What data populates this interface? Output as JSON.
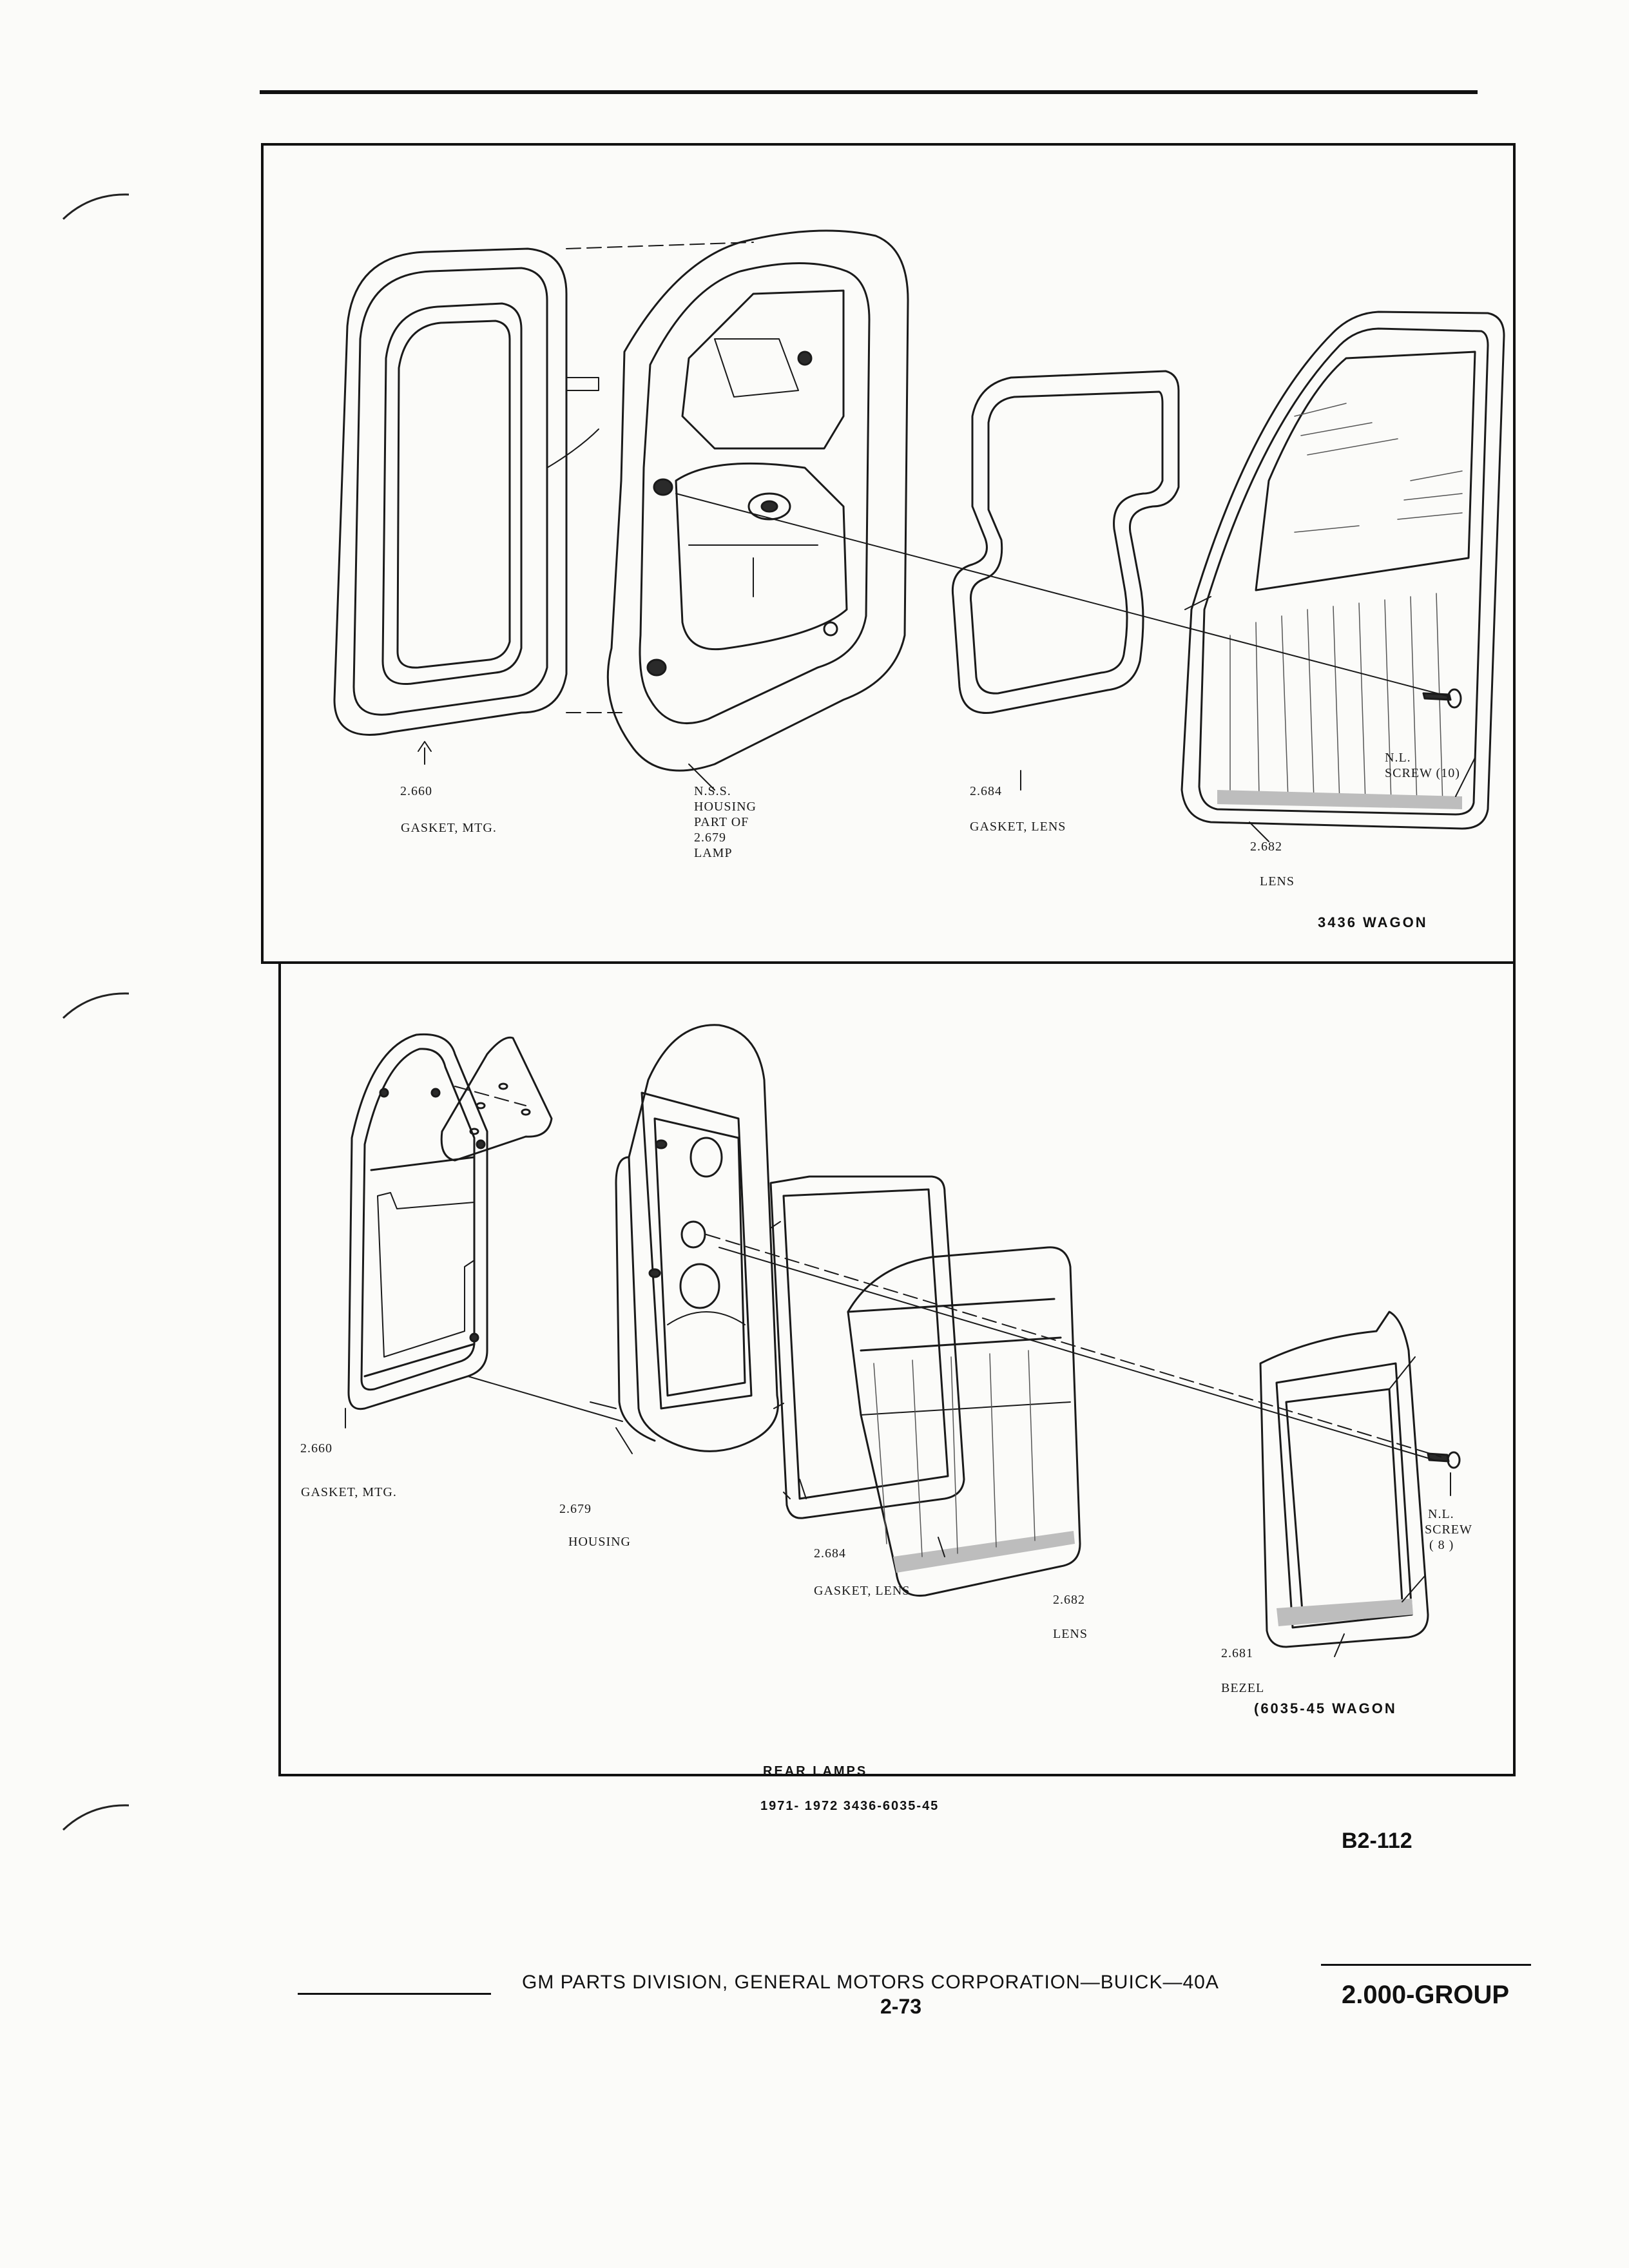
{
  "top_panel": {
    "model_caption": "3436 WAGON",
    "parts": [
      {
        "number": "2.660",
        "name": "GASKET, MTG."
      },
      {
        "number": "N.S.S.",
        "name_lines": [
          "HOUSING",
          "PART OF",
          "2.679",
          "LAMP"
        ]
      },
      {
        "number": "2.684",
        "name": "GASKET, LENS"
      },
      {
        "number": "2.682",
        "name": "LENS"
      },
      {
        "number": "N.L.",
        "name": "SCREW (10)"
      }
    ]
  },
  "bottom_panel": {
    "model_caption": "(6035-45 WAGON",
    "parts": [
      {
        "number": "2.660",
        "name": "GASKET, MTG."
      },
      {
        "number": "2.679",
        "name": "HOUSING"
      },
      {
        "number": "2.684",
        "name": "GASKET, LENS"
      },
      {
        "number": "2.682",
        "name": "LENS"
      },
      {
        "number": "2.681",
        "name": "BEZEL"
      },
      {
        "number": "N.L.",
        "name_lines": [
          "SCREW",
          "( 8 )"
        ]
      }
    ]
  },
  "caption": {
    "title": "REAR LAMPS",
    "subtitle": "1971- 1972 3436-6035-45"
  },
  "page_code": "B2-112",
  "footer": {
    "publisher": "GM PARTS DIVISION, GENERAL MOTORS CORPORATION—BUICK—40A",
    "page_number": "2-73",
    "group": "2.000-GROUP"
  }
}
